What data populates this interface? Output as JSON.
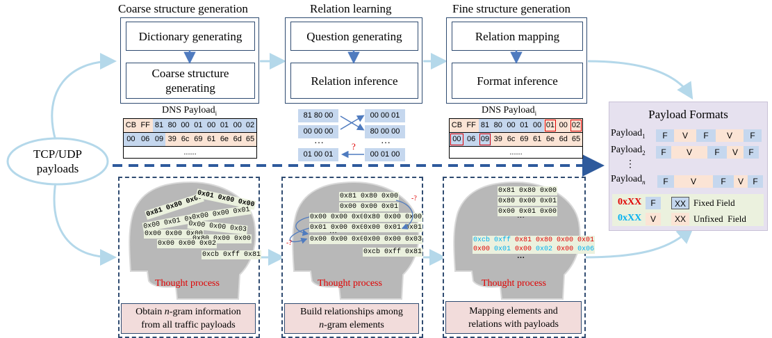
{
  "stages": {
    "coarse": {
      "title": "Coarse structure generation",
      "step1": "Dictionary generating",
      "step2": "Coarse structure generating"
    },
    "relation": {
      "title": "Relation learning",
      "step1": "Question generating",
      "step2": "Relation inference"
    },
    "fine": {
      "title": "Fine structure generation",
      "step1": "Relation mapping",
      "step2": "Format inference"
    }
  },
  "input": {
    "line1": "TCP/UDP",
    "line2": "payloads"
  },
  "dns_caption": "DNS Payload",
  "dns_subscript": "i",
  "coarse_table": {
    "row1": [
      "CB",
      "FF",
      "81",
      "80",
      "00",
      "01",
      "00",
      "01",
      "00",
      "02"
    ],
    "row2": [
      "00",
      "06",
      "09",
      "39",
      "6c",
      "69",
      "61",
      "6e",
      "6d",
      "65"
    ],
    "ellipsis": "......"
  },
  "fine_table": {
    "row1": [
      "CB",
      "FF",
      "81",
      "80",
      "00",
      "01",
      "00",
      "01",
      "00",
      "02"
    ],
    "row2": [
      "00",
      "06",
      "09",
      "39",
      "6c",
      "69",
      "61",
      "6e",
      "6d",
      "65"
    ],
    "ellipsis": "......"
  },
  "relation_ngrams": {
    "left": [
      "81 80 00",
      "00 00 00",
      "01 00 01"
    ],
    "right": [
      "00 00 01",
      "80 00 00",
      "00 01 00"
    ],
    "vdots": "…",
    "question": "?"
  },
  "thought_label": "Thought process",
  "head1_grams": [
    "0x81 0x80 0x00",
    "0x01 0x00 0x00",
    "0x00 0x01 0x00",
    "0x00 0x00 0x01",
    "0x00 0x00 0x00",
    "0x00 0x00 0x03",
    "0x80 0x00 0x00",
    "0x00 0x00 0x02",
    "0xcb 0xff 0x81"
  ],
  "head2_grams": [
    "0x81 0x80 0x00",
    "0x00 0x00 0x01",
    "0x00 0x00 0x00",
    "0x80 0x00 0x00",
    "0x01 0x00 0x00",
    "0x00 0x01 0x01",
    "0x00 0x00 0x02",
    "0x00 0x00 0x03",
    "0xcb 0xff 0x81",
    "…"
  ],
  "head3_grams": [
    "0x81 0x80 0x00",
    "0x80 0x00 0x01",
    "0x00 0x01 0x00",
    "…"
  ],
  "head3_seq": {
    "line1": [
      "0xcb 0xff ",
      "0x81 0x80 0x00 0x01"
    ],
    "line2": [
      "0x00 ",
      "0x01 ",
      "0x00 ",
      "0x02 ",
      "0x00 ",
      "0x06"
    ],
    "dots": "…"
  },
  "notes": {
    "n1_pre": "Obtain ",
    "n1_em": "n",
    "n1_post": "-gram information",
    "n1_line2": "from all traffic payloads",
    "n2_line1": "Build relationships among",
    "n2_em": "n",
    "n2_post": "-gram elements",
    "n3_line1": "Mapping elements and",
    "n3_line2": "relations with payloads"
  },
  "formats": {
    "title": "Payload Formats",
    "rows": [
      {
        "name": "Payload",
        "sub": "1",
        "cells": [
          "F",
          "V",
          "F",
          "V",
          "F"
        ]
      },
      {
        "name": "Payload",
        "sub": "2",
        "cells": [
          "F",
          "V",
          "F",
          "V",
          "F"
        ]
      },
      {
        "name": "Payload",
        "sub": "n",
        "cells": [
          "F",
          "V",
          "F",
          "V",
          "F"
        ]
      }
    ],
    "vdots": "⋮",
    "legend": [
      {
        "hex": "0xXX",
        "code": "F",
        "xx": "XX",
        "label": "Fixed Field"
      },
      {
        "hex": "0xXX",
        "code": "V",
        "xx": "XX",
        "label": "Unfixed  Field"
      }
    ]
  },
  "colors": {
    "orange": "#fbe4d5",
    "blue": "#c5d7ee",
    "red": "#e00000",
    "cyan": "#00b0f0",
    "arrow": "#4f7bbf",
    "flow": "#b4d8ea"
  }
}
